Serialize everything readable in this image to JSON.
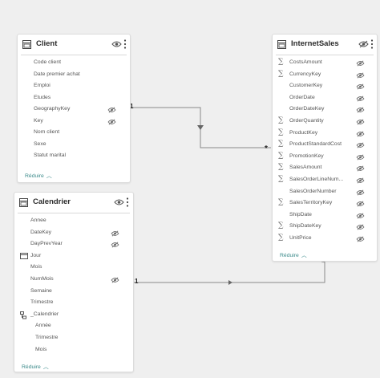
{
  "tables": {
    "client": {
      "title": "Client",
      "fields": [
        {
          "name": "Code client",
          "hidden": false
        },
        {
          "name": "Date premier achat",
          "hidden": false
        },
        {
          "name": "Emploi",
          "hidden": false
        },
        {
          "name": "Etudes",
          "hidden": false
        },
        {
          "name": "GeographyKey",
          "hidden": true
        },
        {
          "name": "Key",
          "hidden": true
        },
        {
          "name": "Nom client",
          "hidden": false
        },
        {
          "name": "Sexe",
          "hidden": false
        },
        {
          "name": "Statut marital",
          "hidden": false
        }
      ],
      "reduce_label": "Réduire"
    },
    "internetsales": {
      "title": "InternetSales",
      "fields": [
        {
          "name": "CostsAmount",
          "sigma": true,
          "hidden": true
        },
        {
          "name": "CurrencyKey",
          "sigma": true,
          "hidden": true
        },
        {
          "name": "CustomerKey",
          "sigma": false,
          "hidden": true
        },
        {
          "name": "OrderDate",
          "sigma": false,
          "hidden": true
        },
        {
          "name": "OrderDateKey",
          "sigma": false,
          "hidden": true
        },
        {
          "name": "OrderQuantity",
          "sigma": true,
          "hidden": true
        },
        {
          "name": "ProductKey",
          "sigma": true,
          "hidden": true
        },
        {
          "name": "ProductStandardCost",
          "sigma": true,
          "hidden": true
        },
        {
          "name": "PromotionKey",
          "sigma": true,
          "hidden": true
        },
        {
          "name": "SalesAmount",
          "sigma": true,
          "hidden": true
        },
        {
          "name": "SalesOrderLineNum...",
          "sigma": true,
          "hidden": true
        },
        {
          "name": "SalesOrderNumber",
          "sigma": false,
          "hidden": true
        },
        {
          "name": "SalesTerritoryKey",
          "sigma": true,
          "hidden": true
        },
        {
          "name": "ShipDate",
          "sigma": false,
          "hidden": true
        },
        {
          "name": "ShipDateKey",
          "sigma": true,
          "hidden": true
        },
        {
          "name": "UnitPrice",
          "sigma": true,
          "hidden": true
        }
      ],
      "reduce_label": "Réduire"
    },
    "calendrier": {
      "title": "Calendrier",
      "fields": [
        {
          "name": "Annee",
          "hidden": false
        },
        {
          "name": "DateKey",
          "hidden": true
        },
        {
          "name": "DayPrevYear",
          "hidden": true
        },
        {
          "name": "Jour",
          "hidden": false,
          "icon": "calendar-icon"
        },
        {
          "name": "Mois",
          "hidden": false
        },
        {
          "name": "NumMois",
          "hidden": true
        },
        {
          "name": "Semaine",
          "hidden": false
        },
        {
          "name": "Trimestre",
          "hidden": false
        },
        {
          "name": "_Calendrier",
          "hidden": false,
          "icon": "hierarchy-icon"
        },
        {
          "name": "Année",
          "hidden": false,
          "indent": true
        },
        {
          "name": "Trimestre",
          "hidden": false,
          "indent": true
        },
        {
          "name": "Mois",
          "hidden": false,
          "indent": true
        }
      ],
      "reduce_label": "Réduire"
    }
  },
  "relationships": {
    "client_sales": {
      "one": "1",
      "many": "*"
    },
    "calendrier_sales": {
      "one": "1",
      "many": "*"
    }
  },
  "colors": {
    "accent": "#3b8a8a",
    "background": "#efefef",
    "card": "#ffffff"
  }
}
